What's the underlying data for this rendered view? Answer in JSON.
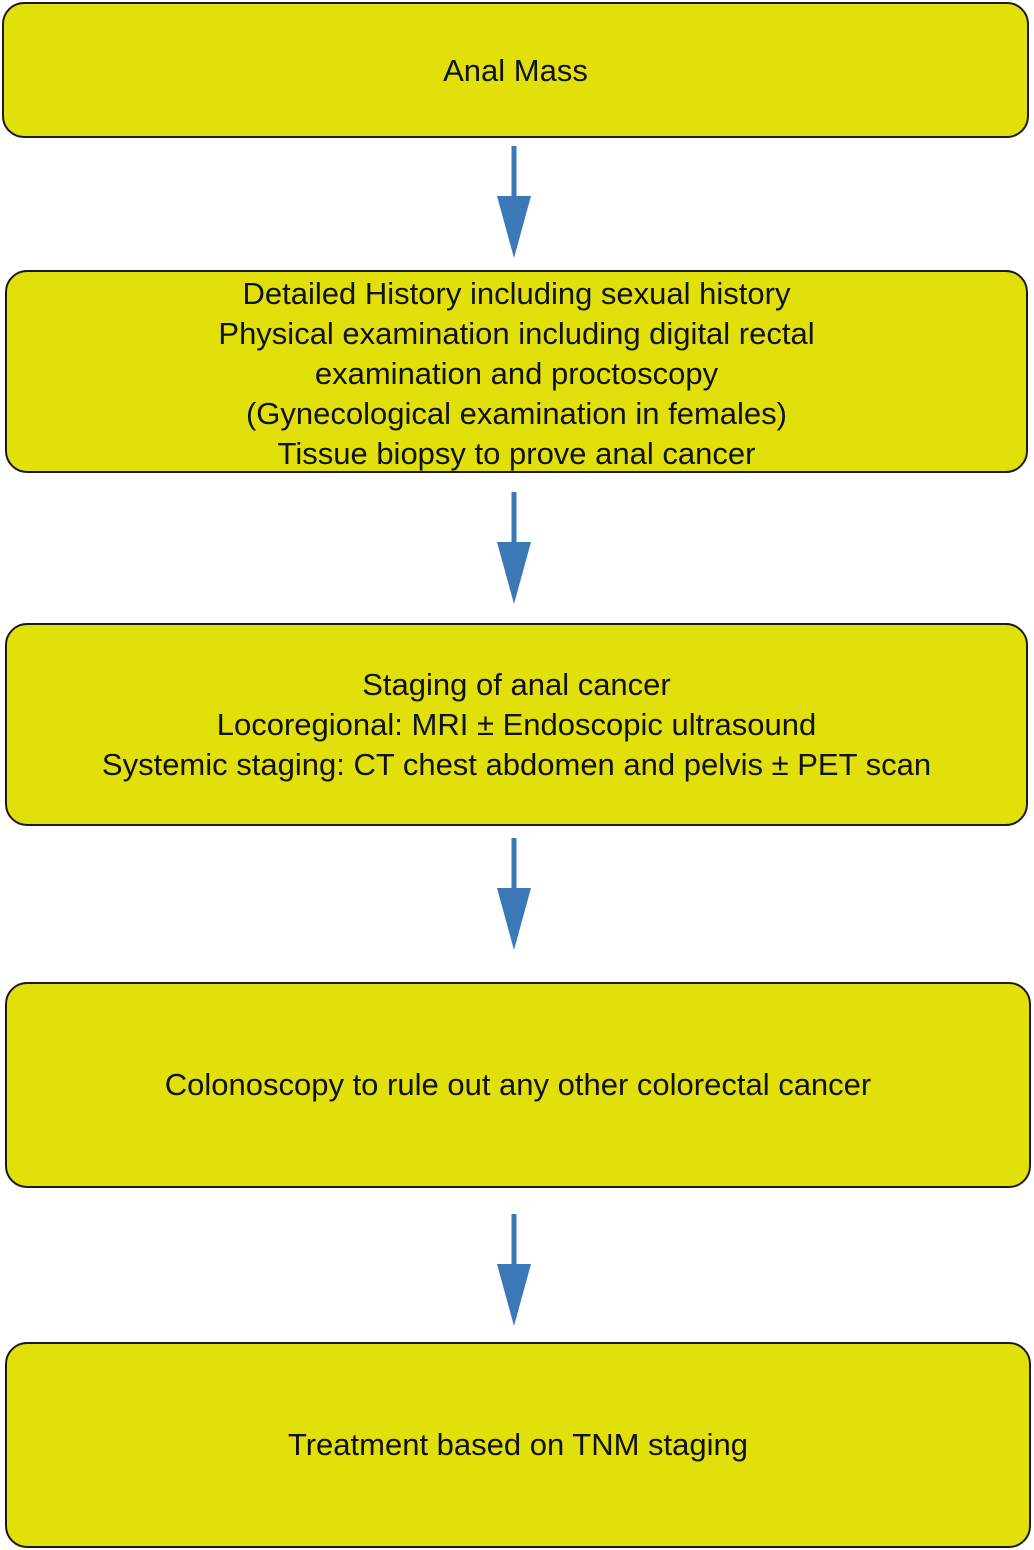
{
  "flowchart": {
    "steps": [
      {
        "lines": [
          "Anal Mass"
        ]
      },
      {
        "lines": [
          "Detailed History including sexual history",
          "Physical examination including digital rectal",
          "examination and proctoscopy",
          "(Gynecological examination in females)",
          "Tissue biopsy to prove anal cancer"
        ]
      },
      {
        "lines": [
          "Staging of anal cancer",
          "Locoregional: MRI ± Endoscopic ultrasound",
          "Systemic staging: CT chest abdomen and pelvis ± PET scan"
        ]
      },
      {
        "lines": [
          "Colonoscopy to rule out any other colorectal cancer"
        ]
      },
      {
        "lines": [
          "Treatment based on TNM staging"
        ]
      }
    ]
  },
  "colors": {
    "box_fill": "#e2e00a",
    "box_border": "#1a1a1a",
    "arrow": "#3a78b8",
    "text": "#111111"
  }
}
